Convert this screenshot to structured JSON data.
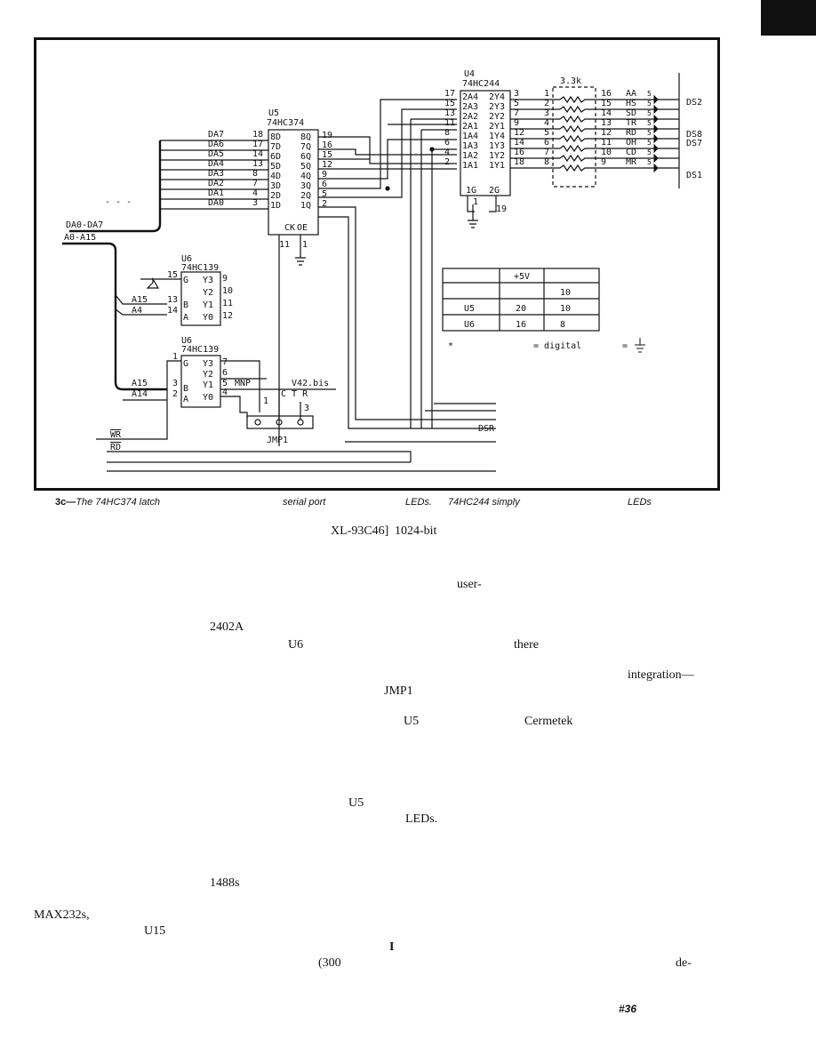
{
  "schematic": {
    "buses": {
      "data_bus": "DA0-DA7",
      "addr_bus": "A0-A15",
      "ellipsis": "- - -"
    },
    "u5": {
      "ref": "U5",
      "part": "74HC374",
      "inputs": [
        {
          "pin": "18",
          "name": "8D",
          "net": "DA7"
        },
        {
          "pin": "17",
          "name": "7D",
          "net": "DA6"
        },
        {
          "pin": "14",
          "name": "6D",
          "net": "DA5"
        },
        {
          "pin": "13",
          "name": "5D",
          "net": "DA4"
        },
        {
          "pin": "8",
          "name": "4D",
          "net": "DA3"
        },
        {
          "pin": "7",
          "name": "3D",
          "net": "DA2"
        },
        {
          "pin": "4",
          "name": "2D",
          "net": "DA1"
        },
        {
          "pin": "3",
          "name": "1D",
          "net": "DA0"
        }
      ],
      "outputs": [
        {
          "pin": "19",
          "name": "8Q"
        },
        {
          "pin": "16",
          "name": "7Q"
        },
        {
          "pin": "15",
          "name": "6Q"
        },
        {
          "pin": "12",
          "name": "5Q"
        },
        {
          "pin": "9",
          "name": "4Q"
        },
        {
          "pin": "6",
          "name": "3Q"
        },
        {
          "pin": "5",
          "name": "2Q"
        },
        {
          "pin": "2",
          "name": "1Q"
        }
      ],
      "ck": "CK",
      "oe": "OE",
      "ck_pin": "11",
      "oe_pin": "1"
    },
    "u4": {
      "ref": "U4",
      "part": "74HC244",
      "rows": [
        {
          "in_pin": "17",
          "in": "2A4",
          "out": "2Y4",
          "out_pin": "3"
        },
        {
          "in_pin": "15",
          "in": "2A3",
          "out": "2Y3",
          "out_pin": "5"
        },
        {
          "in_pin": "13",
          "in": "2A2",
          "out": "2Y2",
          "out_pin": "7"
        },
        {
          "in_pin": "11",
          "in": "2A1",
          "out": "2Y1",
          "out_pin": "9"
        },
        {
          "in_pin": "8",
          "in": "1A4",
          "out": "1Y4",
          "out_pin": "12"
        },
        {
          "in_pin": "6",
          "in": "1A3",
          "out": "1Y3",
          "out_pin": "14"
        },
        {
          "in_pin": "4",
          "in": "1A2",
          "out": "1Y2",
          "out_pin": "16"
        },
        {
          "in_pin": "2",
          "in": "1A1",
          "out": "1Y1",
          "out_pin": "18"
        }
      ],
      "g1": "1G",
      "g2": "2G",
      "g1_pin": "1",
      "g2_pin": "19"
    },
    "resistors": {
      "value": "3.3k",
      "rows": [
        {
          "left": "1",
          "right": "16",
          "led": "AA"
        },
        {
          "left": "2",
          "right": "15",
          "led": "HS"
        },
        {
          "left": "3",
          "right": "14",
          "led": "SD"
        },
        {
          "left": "4",
          "right": "13",
          "led": "TR"
        },
        {
          "left": "5",
          "right": "12",
          "led": "RD"
        },
        {
          "left": "6",
          "right": "11",
          "led": "OH"
        },
        {
          "left": "7",
          "right": "10",
          "led": "CD"
        },
        {
          "left": "8",
          "right": "9",
          "led": "MR"
        }
      ],
      "led_pin": "5"
    },
    "leds": {
      "ds52": "DS2",
      "ds58": "DS8",
      "ds57": "DS7",
      "ds51": "DS1"
    },
    "u6a": {
      "ref": "U6",
      "part": "74HC139",
      "g_pin": "15",
      "b_pin": "13",
      "a_pin": "14",
      "g": "G",
      "b": "B",
      "a": "A",
      "y3": "Y3",
      "y2": "Y2",
      "y1": "Y1",
      "y0": "Y0",
      "y3_pin": "9",
      "y2_pin": "10",
      "y1_pin": "11",
      "y0_pin": "12",
      "b_net": "A15",
      "a_net": "A4"
    },
    "u6b": {
      "ref": "U6",
      "part": "74HC139",
      "g_pin": "1",
      "b_pin": "3",
      "a_pin": "2",
      "g": "G",
      "b": "B",
      "a": "A",
      "y3": "Y3",
      "y2": "Y2",
      "y1": "Y1",
      "y0": "Y0",
      "y3_pin": "7",
      "y2_pin": "6",
      "y1_pin": "5",
      "y0_pin": "4",
      "b_net": "A15",
      "a_net": "A14",
      "mnp": "MNP",
      "v42": "V42.bis"
    },
    "jmp1": {
      "label": "JMP1",
      "ctr": "C T R",
      "pin1": "1",
      "pin3": "3"
    },
    "power_table": {
      "head": [
        "",
        "+5V",
        ""
      ],
      "rows": [
        [
          "",
          "",
          "10"
        ],
        [
          "U5",
          "20",
          "10"
        ],
        [
          "U6",
          "16",
          "8"
        ]
      ]
    },
    "legend": {
      "star": "*",
      "digital": "= digital",
      "gnd": "="
    },
    "signals": {
      "wr": "WR",
      "rd": "RD",
      "dsr": "DSR"
    }
  },
  "caption": {
    "label": "3c—",
    "p1": "The 74HC374 latch",
    "p2": "serial port",
    "p3": "LEDs.",
    "p4": "74HC244 simply",
    "p5": "LEDs"
  },
  "text_fragments": [
    "XL-93C46]",
    "1024-bit",
    "user-",
    "2402A",
    "U6",
    "there",
    "integration—",
    "JMP1",
    "U5",
    "Cermetek",
    "U5",
    "LEDs.",
    "1488s",
    "MAX232s,",
    "U15",
    "I",
    "(300",
    "de-"
  ],
  "page_number": "#36"
}
